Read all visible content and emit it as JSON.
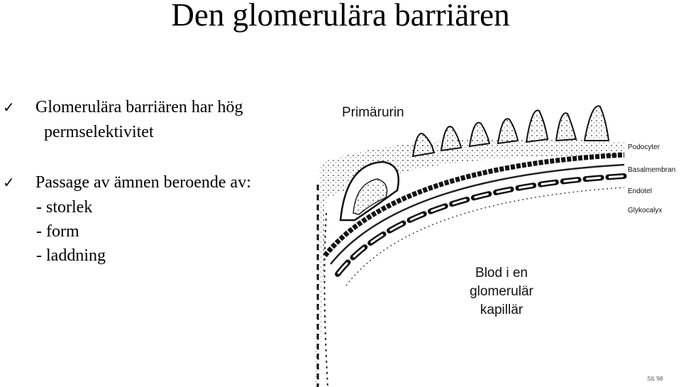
{
  "title": "Den glomerulära barriären",
  "bullets": [
    {
      "icon": "check-icon",
      "lines": [
        "Glomerulära barriären har hög",
        "permselektivitet"
      ]
    },
    {
      "icon": "check-icon",
      "lines": [
        "Passage av ämnen beroende av:"
      ]
    }
  ],
  "sub_items": [
    "- storlek",
    "- form",
    "- laddning"
  ],
  "figure": {
    "label_top": "Primärurin",
    "side_labels": [
      "Podocyter",
      "Basalmembran",
      "Endotel",
      "Glykocalyx"
    ],
    "center_label": [
      "Blod i en",
      "glomerulär",
      "kapillär"
    ],
    "signature": "SIL'98"
  }
}
